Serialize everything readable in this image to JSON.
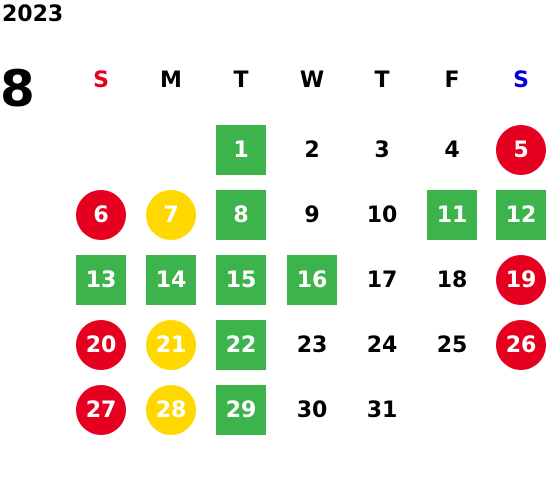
{
  "calendar": {
    "year": "2023",
    "month": "8",
    "weekdays": [
      {
        "label": "S",
        "color": "#e50020"
      },
      {
        "label": "M",
        "color": "#000000"
      },
      {
        "label": "T",
        "color": "#000000"
      },
      {
        "label": "W",
        "color": "#000000"
      },
      {
        "label": "T",
        "color": "#000000"
      },
      {
        "label": "F",
        "color": "#000000"
      },
      {
        "label": "S",
        "color": "#0000e0"
      }
    ],
    "legend_colors": {
      "green": "#3cb44b",
      "red": "#e50020",
      "yellow": "#ffd800"
    },
    "weeks": [
      [
        {
          "day": ""
        },
        {
          "day": ""
        },
        {
          "day": "1",
          "mark": "green"
        },
        {
          "day": "2"
        },
        {
          "day": "3"
        },
        {
          "day": "4"
        },
        {
          "day": "5",
          "mark": "red"
        }
      ],
      [
        {
          "day": "6",
          "mark": "red"
        },
        {
          "day": "7",
          "mark": "yellow"
        },
        {
          "day": "8",
          "mark": "green"
        },
        {
          "day": "9"
        },
        {
          "day": "10"
        },
        {
          "day": "11",
          "mark": "green"
        },
        {
          "day": "12",
          "mark": "green"
        }
      ],
      [
        {
          "day": "13",
          "mark": "green"
        },
        {
          "day": "14",
          "mark": "green"
        },
        {
          "day": "15",
          "mark": "green"
        },
        {
          "day": "16",
          "mark": "green"
        },
        {
          "day": "17"
        },
        {
          "day": "18"
        },
        {
          "day": "19",
          "mark": "red"
        }
      ],
      [
        {
          "day": "20",
          "mark": "red"
        },
        {
          "day": "21",
          "mark": "yellow"
        },
        {
          "day": "22",
          "mark": "green"
        },
        {
          "day": "23"
        },
        {
          "day": "24"
        },
        {
          "day": "25"
        },
        {
          "day": "26",
          "mark": "red"
        }
      ],
      [
        {
          "day": "27",
          "mark": "red"
        },
        {
          "day": "28",
          "mark": "yellow"
        },
        {
          "day": "29",
          "mark": "green"
        },
        {
          "day": "30"
        },
        {
          "day": "31"
        },
        {
          "day": ""
        },
        {
          "day": ""
        }
      ]
    ]
  }
}
